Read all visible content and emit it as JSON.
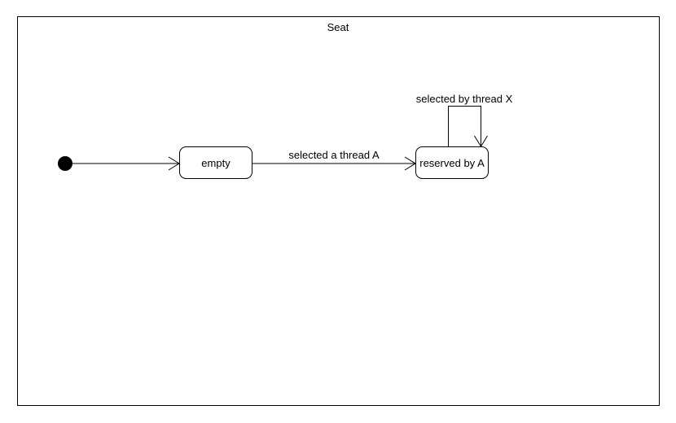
{
  "diagram": {
    "container_title": "Seat",
    "states": {
      "empty": "empty",
      "reserved": "reserved by A"
    },
    "transitions": {
      "empty_to_reserved": "selected a thread A",
      "reserved_self_loop": "selected by thread X"
    },
    "colors": {
      "line": "#000000",
      "background": "#ffffff",
      "initial_node": "#000000"
    }
  }
}
